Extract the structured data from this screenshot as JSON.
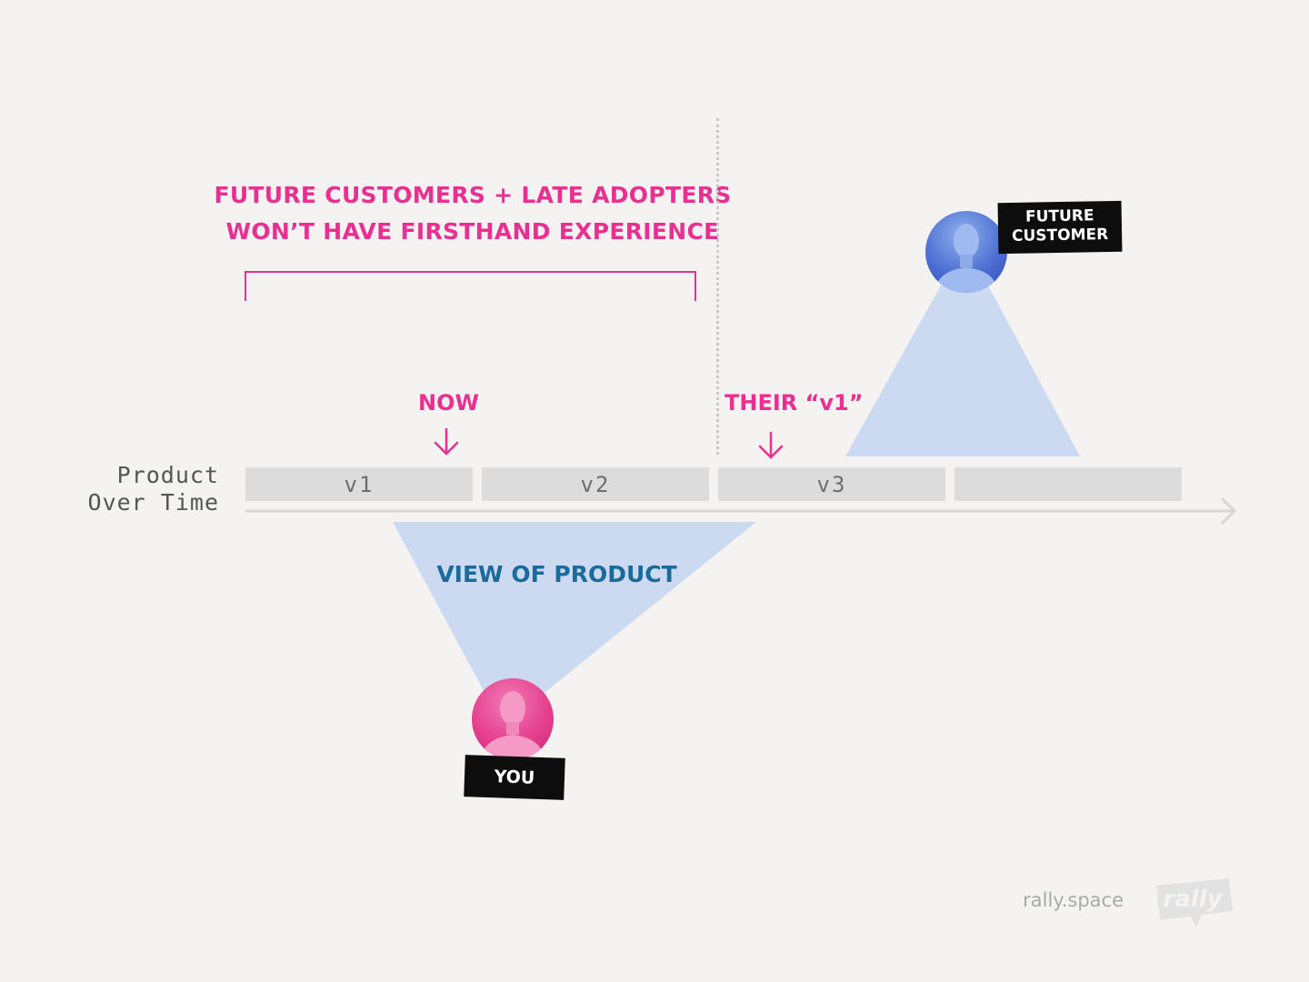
{
  "headline": {
    "line1": "FUTURE CUSTOMERS + LATE ADOPTERS",
    "line2": "WON’T HAVE FIRSTHAND EXPERIENCE"
  },
  "axis": {
    "label_line1": "Product",
    "label_line2": "Over Time"
  },
  "segments": [
    "v1",
    "v2",
    "v3",
    ""
  ],
  "markers": {
    "now": "NOW",
    "their_v1": "THEIR “v1”"
  },
  "view_label": "VIEW OF PRODUCT",
  "you_label": "YOU",
  "future_customer_label": {
    "line1": "FUTURE",
    "line2": "CUSTOMER"
  },
  "footer": {
    "site": "rally.space",
    "logo_text": "rally"
  },
  "colors": {
    "accent_pink": "#ea2f91",
    "view_blue": "#1a6b9b",
    "cone_fill": "#cbdaf1",
    "segment_fill": "#dcdcdc",
    "background": "#f4f3f2"
  }
}
